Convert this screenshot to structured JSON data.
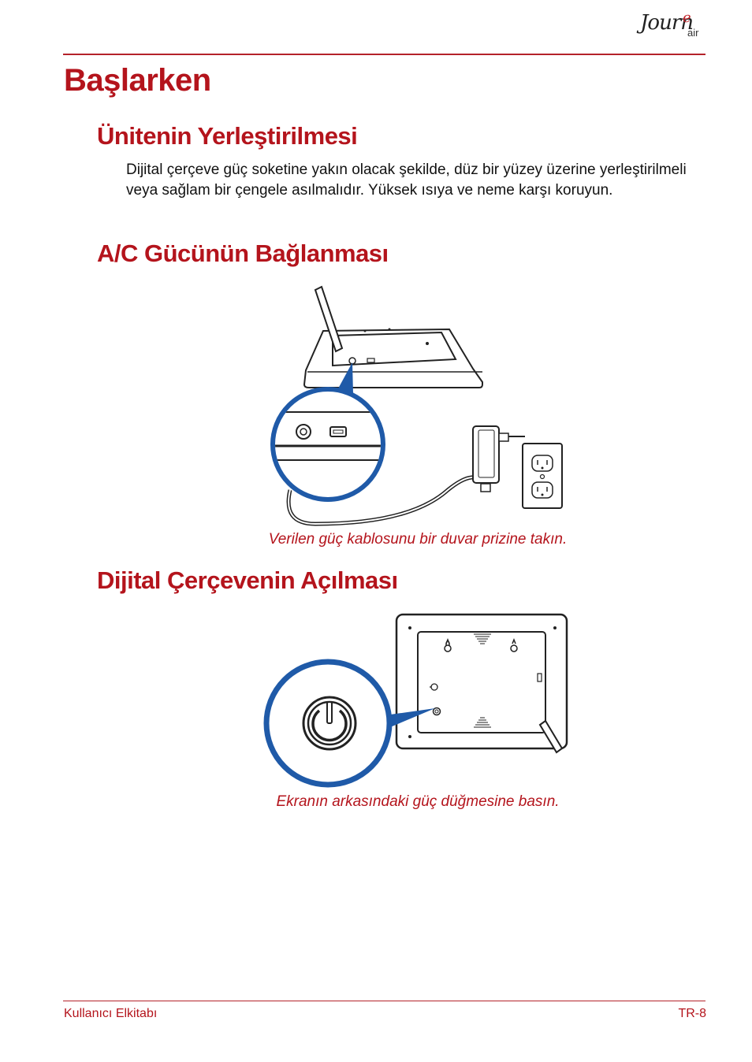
{
  "logo": {
    "script": "Journ",
    "accent": "e",
    "sub": "air"
  },
  "page": {
    "title": "Başlarken",
    "sections": [
      {
        "heading": "Ünitenin Yerleştirilmesi",
        "body": "Dijital çerçeve güç soketine yakın olacak şekilde, düz bir yüzey üzerine yerleştirilmeli veya sağlam bir çengele asılmalıdır. Yüksek ısıya ve neme karşı koruyun."
      },
      {
        "heading": "A/C Gücünün Bağlanması",
        "caption": "Verilen güç kablosunu bir duvar prizine takın."
      },
      {
        "heading": "Dijital Çerçevenin Açılması",
        "caption": "Ekranın arkasındaki güç düğmesine basın."
      }
    ]
  },
  "footer": {
    "left": "Kullanıcı Elkitabı",
    "right": "TR-8"
  },
  "colors": {
    "accent": "#b4141c",
    "callout_blue": "#1f5aa8"
  }
}
